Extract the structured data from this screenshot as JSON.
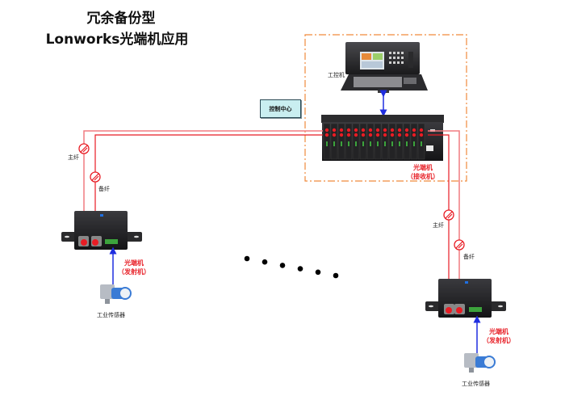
{
  "title": {
    "line1": "冗余备份型",
    "line2": "Lonworks光端机应用"
  },
  "control_center": {
    "label": "控制中心",
    "ipc_label": "工控机",
    "receiver_label_line1": "光端机",
    "receiver_label_line2": "（接收机）"
  },
  "left_site": {
    "main_fiber_label": "主纤",
    "backup_fiber_label": "备纤",
    "transmitter_label_line1": "光端机",
    "transmitter_label_line2": "（发射机）",
    "sensor_label": "工业传感器"
  },
  "right_site": {
    "main_fiber_label": "主纤",
    "backup_fiber_label": "备纤",
    "transmitter_label_line1": "光端机",
    "transmitter_label_line2": "（发射机）",
    "sensor_label": "工业传感器"
  },
  "ellipsis_dots": 6,
  "colors": {
    "main_fiber": "#f07c80",
    "backup_fiber": "#e81c24",
    "dashed_border": "#f08a3c",
    "data_link": "#1f2ee0",
    "control_box_fill": "#c9eef0",
    "device_body": "#1c1c1e"
  }
}
